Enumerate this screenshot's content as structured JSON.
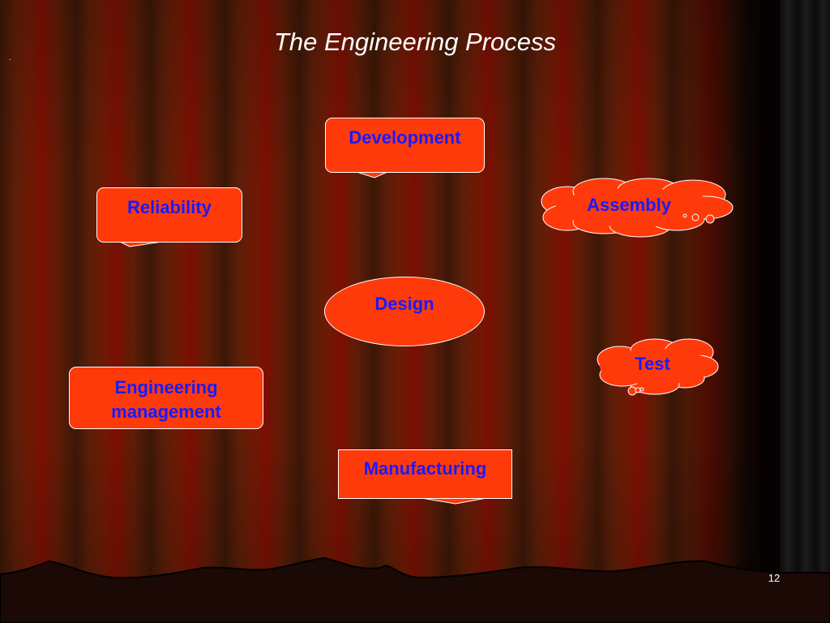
{
  "slide": {
    "title": "The Engineering Process",
    "corner_mark": ".",
    "page_number": "12"
  },
  "nodes": {
    "development": "Development",
    "reliability": "Reliability",
    "assembly": "Assembly",
    "design": "Design",
    "test": "Test",
    "engineering_management": "Engineering management",
    "manufacturing": "Manufacturing"
  },
  "colors": {
    "shape_fill": "#ff3a0a",
    "label_color": "#1a1aff",
    "title_color": "#ffffff",
    "curtain_red": "#7a0f02"
  }
}
